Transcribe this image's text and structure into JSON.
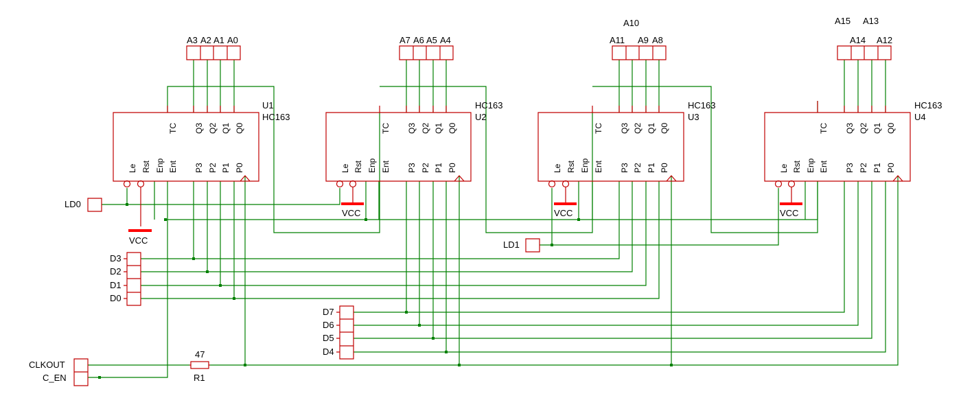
{
  "chips": [
    {
      "ref": "U1",
      "part": "HC163"
    },
    {
      "ref": "U2",
      "part": "HC163"
    },
    {
      "ref": "U3",
      "part": "HC163"
    },
    {
      "ref": "U4",
      "part": "HC163"
    }
  ],
  "pins": {
    "top": [
      "TC",
      "Q3",
      "Q2",
      "Q1",
      "Q0"
    ],
    "bottom": [
      "Le",
      "Rst",
      "Enp",
      "Ent",
      "P3",
      "P2",
      "P1",
      "P0"
    ]
  },
  "address_labels": {
    "u1": [
      "A3",
      "A2",
      "A1",
      "A0"
    ],
    "u2": [
      "A7",
      "A6",
      "A5",
      "A4"
    ],
    "u3": [
      "A11",
      "A10",
      "A9",
      "A8"
    ],
    "u4": [
      "A15",
      "A14",
      "A13",
      "A12"
    ]
  },
  "data_labels": {
    "low": [
      "D3",
      "D2",
      "D1",
      "D0"
    ],
    "high": [
      "D7",
      "D6",
      "D5",
      "D4"
    ]
  },
  "signals": {
    "ld0": "LD0",
    "ld1": "LD1",
    "vcc": "VCC",
    "clkout": "CLKOUT",
    "c_en": "C_EN"
  },
  "resistor": {
    "ref": "R1",
    "value": "47"
  }
}
